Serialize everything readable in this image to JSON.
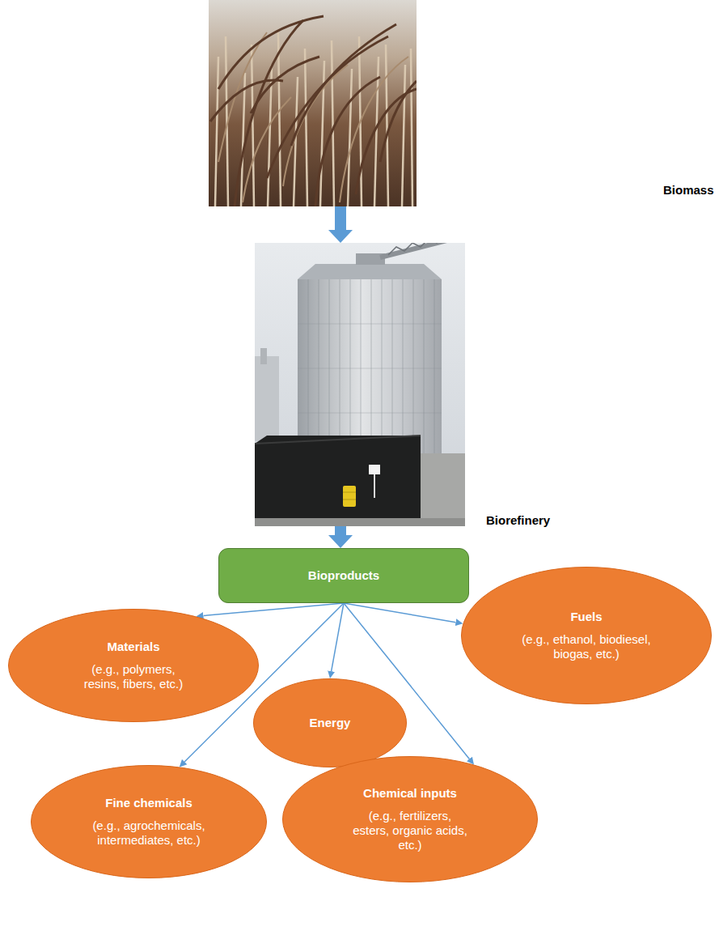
{
  "diagram": {
    "nodes": [
      {
        "text": [
          "Biomass"
        ]
      },
      {
        "text": [
          "Biorefinery"
        ]
      },
      {
        "text": [
          "Bioproducts"
        ]
      },
      {
        "text": [
          "Materials",
          "(e.g., polymers, resins, fibers, etc.)"
        ]
      },
      {
        "text": [
          "Fuels",
          "(e.g., ethanol, biodiesel, biogas, etc.)"
        ]
      },
      {
        "text": [
          "Energy"
        ]
      },
      {
        "text": [
          "Fine chemicals",
          "(e.g., agrochemicals, intermediates, etc.)"
        ]
      },
      {
        "text": [
          "Chemical inputs",
          "(e.g., fertilizers, esters, organic acids, etc.)"
        ]
      }
    ],
    "edges": [
      {
        "from": 0,
        "to": 1,
        "arrow": "to"
      },
      {
        "from": 1,
        "to": 2,
        "arrow": "to"
      },
      {
        "from": 2,
        "to": 3,
        "arrow": "to"
      },
      {
        "from": 2,
        "to": 4,
        "arrow": "to"
      },
      {
        "from": 2,
        "to": 5,
        "arrow": "to"
      },
      {
        "from": 2,
        "to": 6,
        "arrow": "to"
      },
      {
        "from": 2,
        "to": 7,
        "arrow": "to"
      }
    ]
  }
}
